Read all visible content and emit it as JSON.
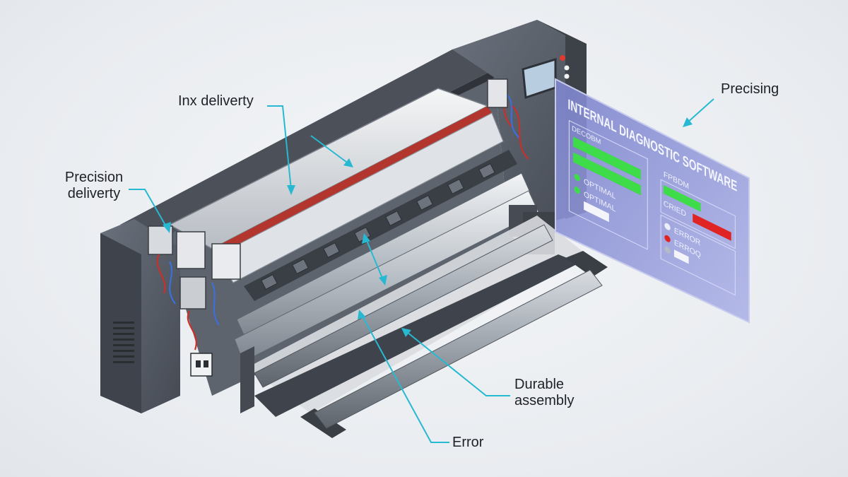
{
  "callouts": {
    "ink_delivery": "Inx deliverty",
    "precision_delivery_line1": "Precision",
    "precision_delivery_line2": "deliverty",
    "precising": "Precising",
    "durable_line1": "Durable",
    "durable_line2": "assembly",
    "error": "Error"
  },
  "diagnostic_panel": {
    "title": "INTERNAL DIAGNOSTIC SOFTWARE",
    "left_section": {
      "header": "DECOBM",
      "status_1": "OPTIMAL",
      "status_2": "OPTIMAL",
      "bar_levels": [
        1.0,
        1.0
      ]
    },
    "right_section": {
      "header": "FPBDM",
      "label": "CRIED",
      "status_1": "ERROR",
      "status_2": "ERROQ",
      "bar_level": 1.0
    }
  },
  "colors": {
    "callout_line": "#27b9d2",
    "machine_body": "#5a606a",
    "machine_dark": "#3b4048",
    "panel_fill": "#8f96d6",
    "ok_green": "#3fdc4a",
    "err_red": "#e02424",
    "wire_red": "#c8302a",
    "wire_blue": "#3c6fd8"
  }
}
